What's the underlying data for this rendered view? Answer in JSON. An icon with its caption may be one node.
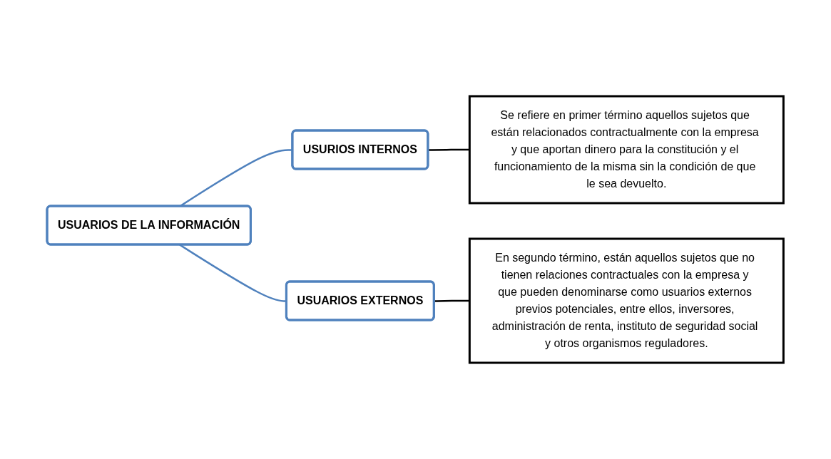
{
  "diagram": {
    "nodes": [
      {
        "text": [
          "USUARIOS DE LA INFORMACIÓN"
        ]
      },
      {
        "text": [
          "USURIOS INTERNOS"
        ]
      },
      {
        "text": [
          "Se refiere en primer término aquellos sujetos que están relacionados contractualmente con la empresa y que aportan dinero para la constitución y el funcionamiento de la misma sin la condición de que le sea devuelto."
        ]
      },
      {
        "text": [
          "USUARIOS EXTERNOS"
        ]
      },
      {
        "text": [
          "En segundo término, están aquellos sujetos que no tienen relaciones contractuales con la empresa y que pueden denominarse como usuarios externos previos potenciales, entre ellos, inversores, administración de renta, instituto de seguridad social y otros organismos reguladores."
        ]
      }
    ],
    "edges": [
      {
        "from": 0,
        "to": 1,
        "arrow": "none",
        "color": "#4f81bd"
      },
      {
        "from": 0,
        "to": 3,
        "arrow": "none",
        "color": "#4f81bd"
      },
      {
        "from": 1,
        "to": 2,
        "arrow": "none",
        "color": "#000000"
      },
      {
        "from": 3,
        "to": 4,
        "arrow": "none",
        "color": "#000000"
      }
    ]
  }
}
